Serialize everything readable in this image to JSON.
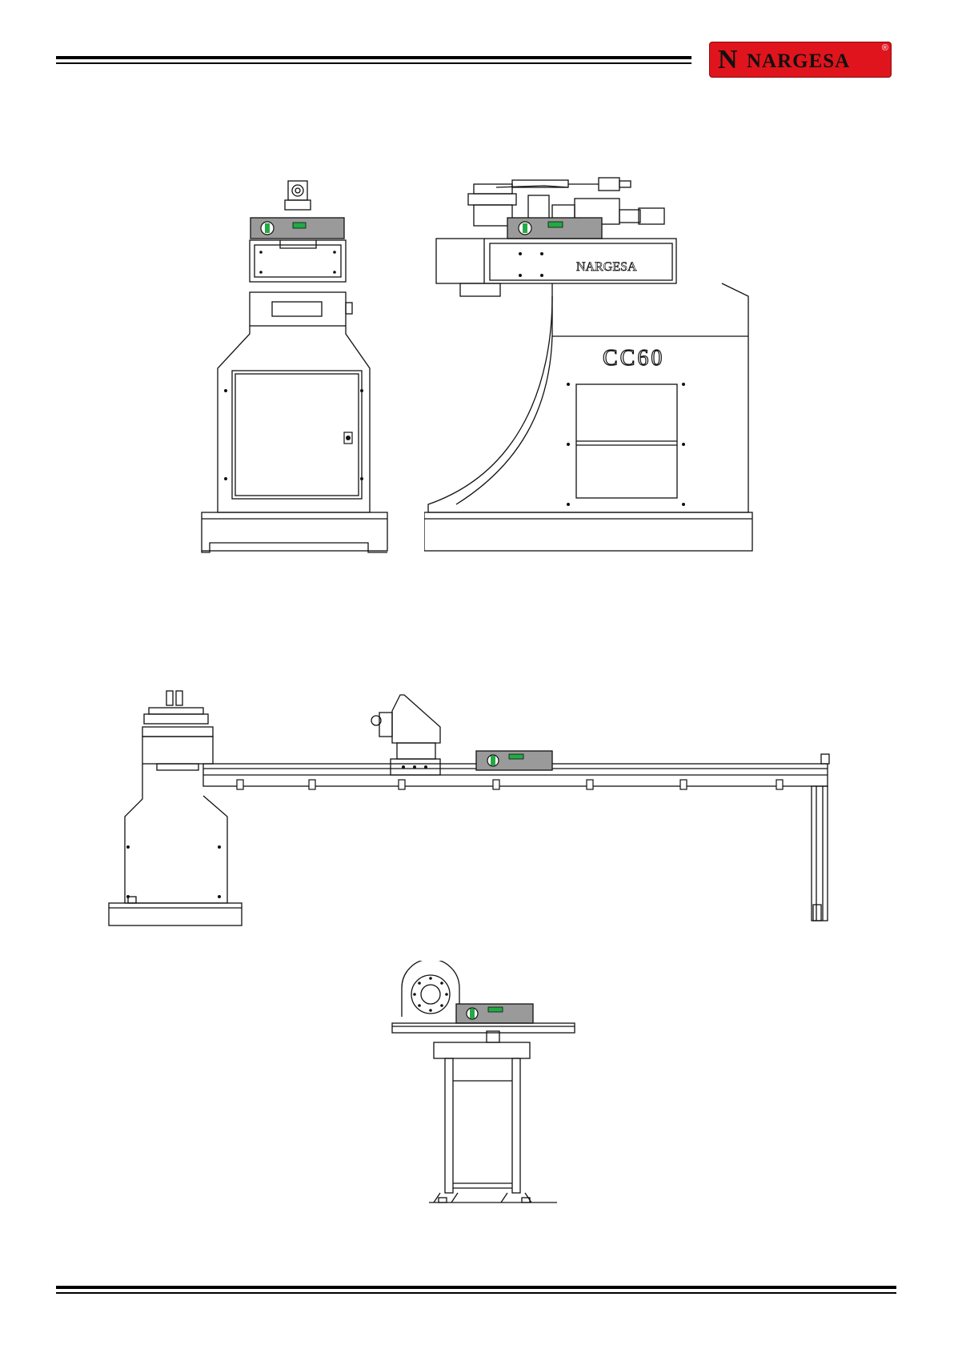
{
  "header": {
    "brand": {
      "mark": "N",
      "name": "NARGESA",
      "registered": "®"
    },
    "colors": {
      "brand_red": "#e0141c",
      "line": "#000000",
      "level_green": "#22aa44"
    }
  },
  "drawings": {
    "front_view": {
      "icons": [
        "bubble-level-icon",
        "door-lock-icon"
      ]
    },
    "side_view": {
      "logo_text": "NARGESA",
      "model_text": "CC60"
    },
    "table_side_view": {
      "icons": [
        "bubble-level-icon"
      ]
    },
    "table_end_view": {
      "icons": [
        "bubble-level-icon"
      ]
    }
  }
}
